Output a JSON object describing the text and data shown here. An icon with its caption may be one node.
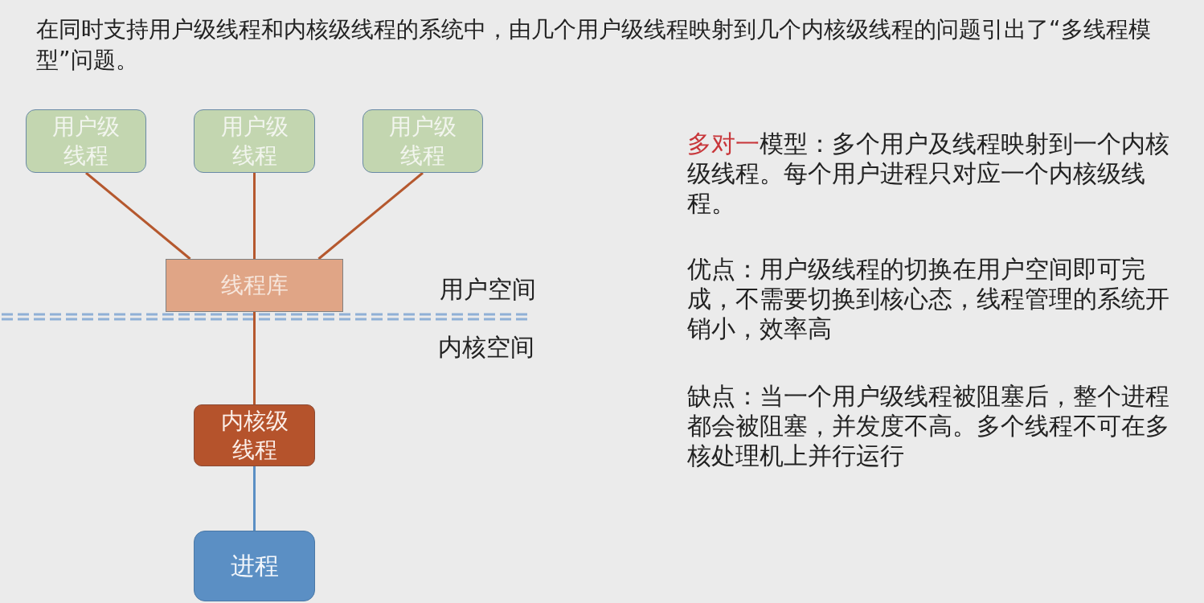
{
  "diagram": {
    "title": "在同时支持用户级线程和内核级线程的系统中，由几个用户级线程映射到几个内核级线程的问题引出了“多线程模型”问题。",
    "nodes": [
      {
        "text": [
          "用户级线程"
        ]
      },
      {
        "text": [
          "用户级线程"
        ]
      },
      {
        "text": [
          "用户级线程"
        ]
      },
      {
        "text": [
          "线程库"
        ]
      },
      {
        "text": [
          "内核级线程"
        ]
      },
      {
        "text": [
          "进程"
        ]
      }
    ],
    "edges": [
      {
        "from": 0,
        "to": 3,
        "arrow": "none"
      },
      {
        "from": 1,
        "to": 3,
        "arrow": "none"
      },
      {
        "from": 2,
        "to": 3,
        "arrow": "none"
      },
      {
        "from": 3,
        "to": 4,
        "arrow": "none"
      },
      {
        "from": 4,
        "to": 5,
        "arrow": "none",
        "color": "#5b8fc4"
      }
    ],
    "labels": [
      "用户空间",
      "内核空间",
      "多对一",
      "模型：多个用户及线程映射到一个内核级线程。每个用户进程只对应一个内核级线程。",
      "优点：用户级线程的切换在用户空间即可完成，不需要切换到核心态，线程管理的系统开销小，效率高",
      "缺点：当一个用户级线程被阻塞后，整个进程都会被阻塞，并发度不高。多个线程不可在多核处理机上并行运行"
    ]
  }
}
